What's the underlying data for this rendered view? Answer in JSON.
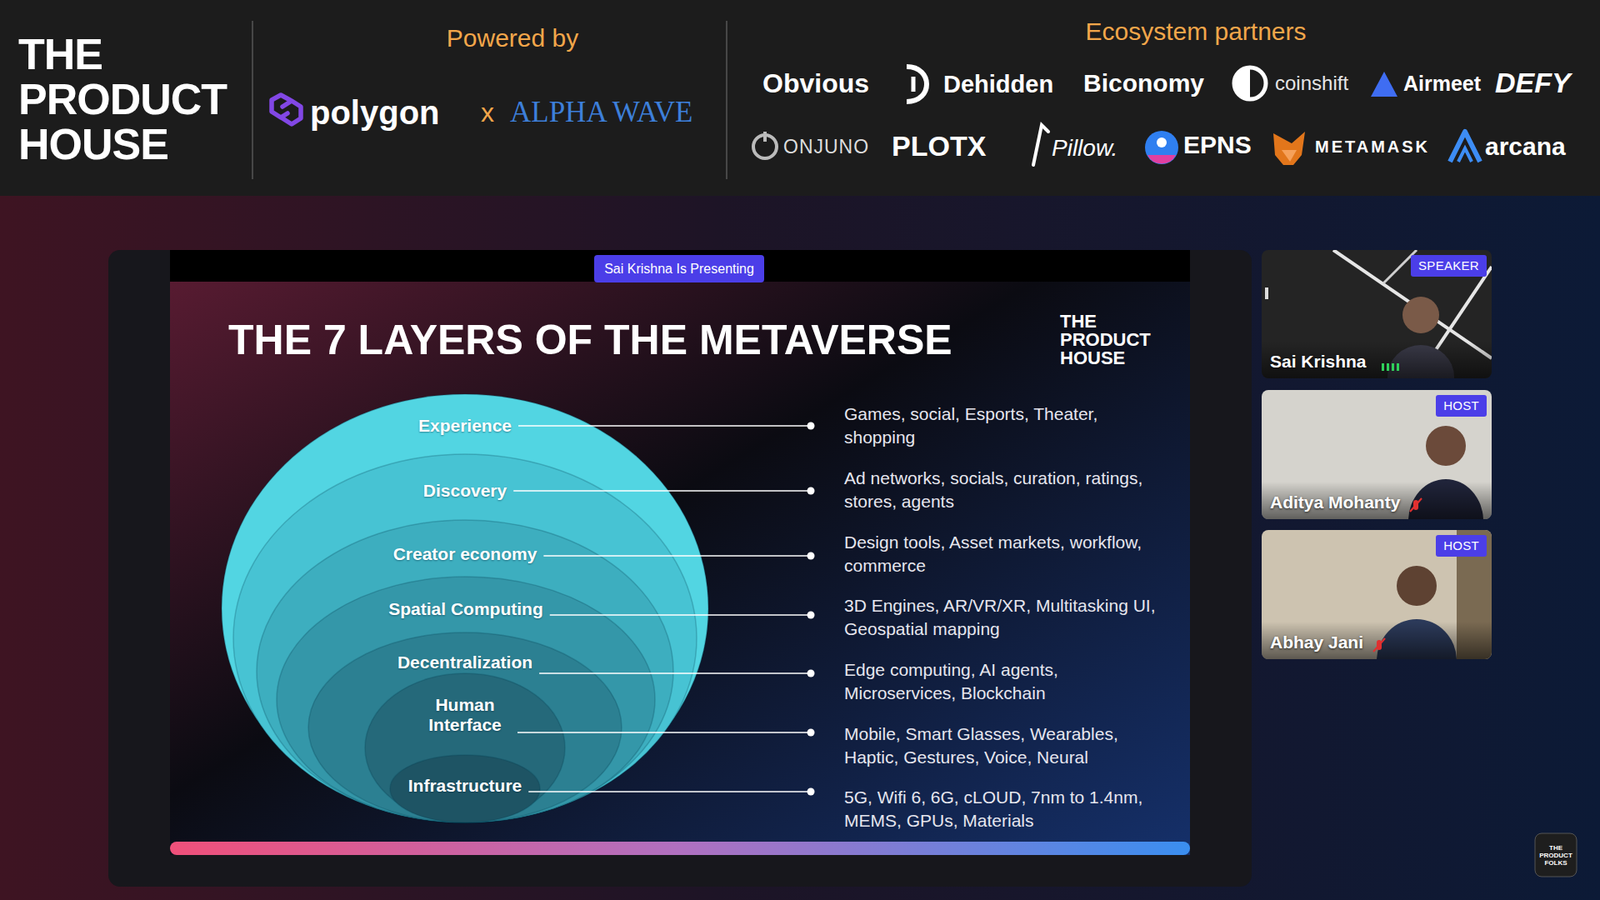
{
  "diagram": {
    "title": "THE 7 LAYERS OF THE METAVERSE",
    "nodes": [
      {
        "text": [
          "Experience"
        ]
      },
      {
        "text": [
          "Discovery"
        ],
        "in": 0
      },
      {
        "text": [
          "Creator economy"
        ],
        "in": 1
      },
      {
        "text": [
          "Spatial Computing"
        ],
        "in": 2
      },
      {
        "text": [
          "Decentralization"
        ],
        "in": 3
      },
      {
        "text": [
          "Human Interface"
        ],
        "in": 4
      },
      {
        "text": [
          "Infrastructure"
        ],
        "in": 5
      },
      {
        "text": [
          "Sai Krishna Is Presenting"
        ]
      },
      {
        "text": [
          "Sai Krishna"
        ]
      },
      {
        "text": [
          "SPEAKER"
        ],
        "in": 8
      },
      {
        "text": [
          "Aditya Mohanty"
        ]
      },
      {
        "text": [
          "HOST"
        ],
        "in": 10
      },
      {
        "text": [
          "Abhay Jani"
        ]
      },
      {
        "text": [
          "HOST"
        ],
        "in": 12
      }
    ],
    "labels": [
      "THE PRODUCT HOUSE",
      "Powered by",
      "polygon",
      "x",
      "ALPHA WAVE",
      "Ecosystem partners",
      "Obvious",
      "Dehidden",
      "Biconomy",
      "coinshift",
      "Airmeet",
      "DEFY",
      "ONJUNO",
      "PLOTX",
      "Pillow.",
      "EPNS",
      "METAMASK",
      "arcana",
      "THE PRODUCT HOUSE",
      "Games, social, Esports, Theater, shopping",
      "Ad networks, socials, curation, ratings, stores, agents",
      "Design tools, Asset markets, workflow, commerce",
      "3D Engines, AR/VR/XR, Multitasking UI, Geospatial mapping",
      "Edge computing, AI agents, Microservices, Blockchain",
      "Mobile, Smart Glasses, Wearables, Haptic, Gestures, Voice, Neural",
      "5G, Wifi 6, 6G, cLOUD, 7nm to 1.4nm, MEMS, GPUs, Materials",
      "THE PRODUCT FOLKS"
    ]
  }
}
